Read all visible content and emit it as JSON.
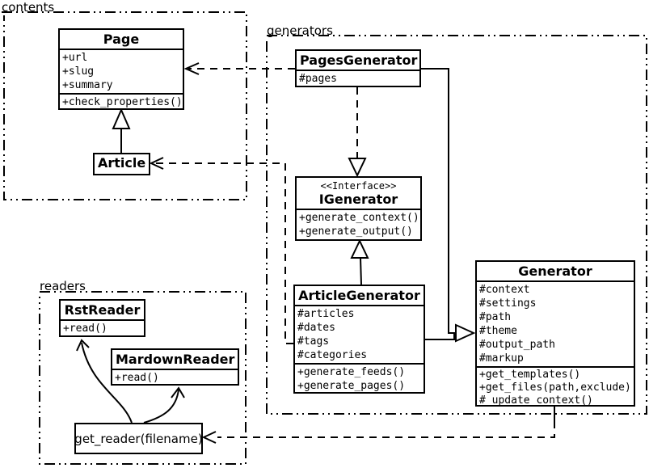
{
  "packages": {
    "contents": {
      "label": "contents"
    },
    "generators": {
      "label": "generators"
    },
    "readers": {
      "label": "readers"
    }
  },
  "classes": {
    "page": {
      "name": "Page",
      "attributes": [
        "+url",
        "+slug",
        "+summary"
      ],
      "methods": [
        "+check_properties()"
      ]
    },
    "article": {
      "name": "Article"
    },
    "pages_generator": {
      "name": "PagesGenerator",
      "attributes": [
        "#pages"
      ]
    },
    "igenerator": {
      "stereotype": "<<Interface>>",
      "name": "IGenerator",
      "methods": [
        "+generate_context()",
        "+generate_output()"
      ]
    },
    "article_generator": {
      "name": "ArticleGenerator",
      "attributes": [
        "#articles",
        "#dates",
        "#tags",
        "#categories"
      ],
      "methods": [
        "+generate_feeds()",
        "+generate_pages()"
      ]
    },
    "generator": {
      "name": "Generator",
      "attributes": [
        "#context",
        "#settings",
        "#path",
        "#theme",
        "#output_path",
        "#markup"
      ],
      "methods": [
        "+get_templates()",
        "+get_files(path,exclude)",
        "#_update_context()"
      ]
    },
    "rst_reader": {
      "name": "RstReader",
      "methods": [
        "+read()"
      ]
    },
    "mardown_reader": {
      "name": "MardownReader",
      "methods": [
        "+read()"
      ]
    },
    "get_reader": {
      "label": "get_reader(filename)"
    }
  },
  "relations": [
    {
      "from": "Article",
      "to": "Page",
      "type": "generalization"
    },
    {
      "from": "PagesGenerator",
      "to": "Page",
      "type": "dependency"
    },
    {
      "from": "ArticleGenerator",
      "to": "Article",
      "type": "dependency"
    },
    {
      "from": "PagesGenerator",
      "to": "IGenerator",
      "type": "realization"
    },
    {
      "from": "ArticleGenerator",
      "to": "IGenerator",
      "type": "generalization"
    },
    {
      "from": "PagesGenerator",
      "to": "Generator",
      "type": "generalization"
    },
    {
      "from": "ArticleGenerator",
      "to": "Generator",
      "type": "generalization"
    },
    {
      "from": "Generator",
      "to": "get_reader(filename)",
      "type": "dependency"
    },
    {
      "from": "get_reader(filename)",
      "to": "RstReader",
      "type": "arrow"
    },
    {
      "from": "get_reader(filename)",
      "to": "MardownReader",
      "type": "arrow"
    }
  ],
  "colors": {
    "line": "#000000",
    "background": "#ffffff"
  }
}
